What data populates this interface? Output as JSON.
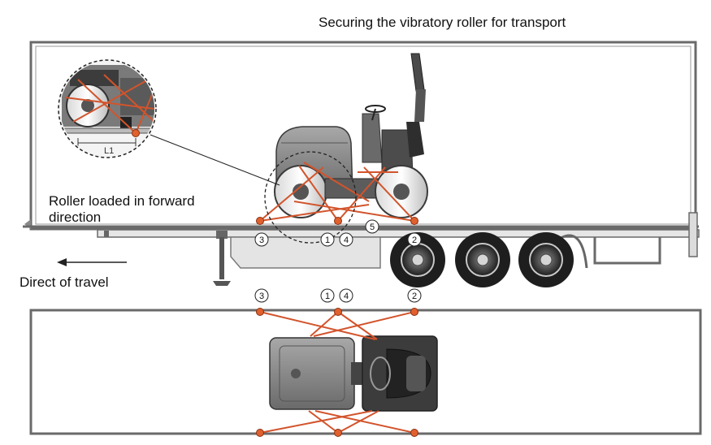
{
  "title": "Securing the vibratory roller  for transport",
  "captions": {
    "roller_loaded_line1": "Roller loaded in forward",
    "roller_loaded_line2": "direction",
    "direction_of_travel": "Direct of travel"
  },
  "detail_label": "L1",
  "side_view_markers": [
    "3",
    "1",
    "4",
    "5",
    "2"
  ],
  "top_view_markers": [
    "3",
    "1",
    "4",
    "2"
  ],
  "colors": {
    "strap": "#d2542c",
    "anchor": "#e0602e",
    "trailer_outline": "#555555",
    "machine_body": "#8a8a8a"
  }
}
